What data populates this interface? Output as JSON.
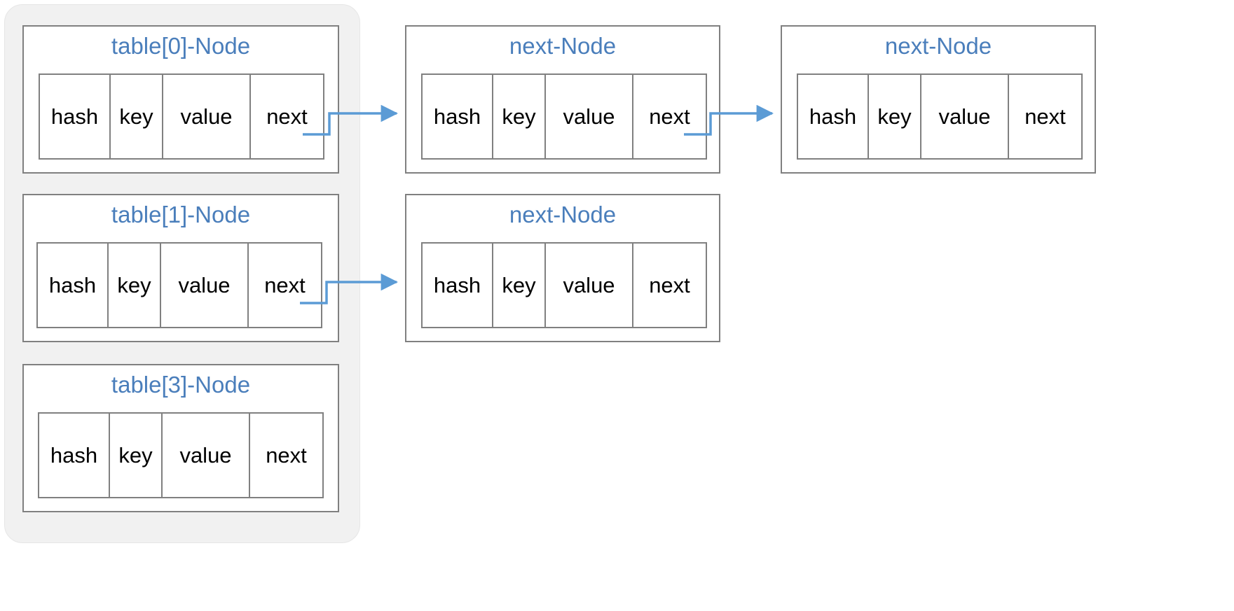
{
  "diagram": {
    "title_text_color": "#4a7ebb",
    "border_color": "#808080",
    "container_fill": "#f1f1f1",
    "arrow_color": "#5b9bd5",
    "background": "#ffffff",
    "field_labels": {
      "hash": "hash",
      "key": "key",
      "value": "value",
      "next": "next"
    },
    "bucket_nodes": [
      {
        "title": "table[0]-Node",
        "fields": [
          "hash",
          "key",
          "value",
          "next"
        ]
      },
      {
        "title": "table[1]-Node",
        "fields": [
          "hash",
          "key",
          "value",
          "next"
        ]
      },
      {
        "title": "table[3]-Node",
        "fields": [
          "hash",
          "key",
          "value",
          "next"
        ]
      }
    ],
    "chain_nodes": [
      {
        "title": "next-Node",
        "fields": [
          "hash",
          "key",
          "value",
          "next"
        ]
      },
      {
        "title": "next-Node",
        "fields": [
          "hash",
          "key",
          "value",
          "next"
        ]
      },
      {
        "title": "next-Node",
        "fields": [
          "hash",
          "key",
          "value",
          "next"
        ]
      }
    ]
  }
}
